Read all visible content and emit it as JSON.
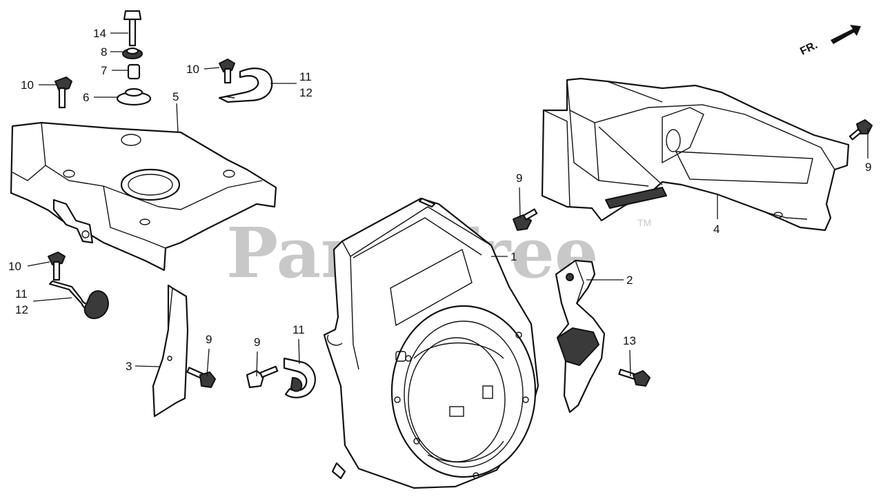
{
  "watermark": {
    "text": "PartsTree",
    "tm": "TM"
  },
  "direction": {
    "label": "FR."
  },
  "callouts": [
    {
      "id": "c14",
      "text": "14"
    },
    {
      "id": "c8",
      "text": "8"
    },
    {
      "id": "c7",
      "text": "7"
    },
    {
      "id": "c6",
      "text": "6"
    },
    {
      "id": "c10a",
      "text": "10"
    },
    {
      "id": "c5",
      "text": "5"
    },
    {
      "id": "c10b",
      "text": "10"
    },
    {
      "id": "c11a",
      "text": "11"
    },
    {
      "id": "c12a",
      "text": "12"
    },
    {
      "id": "c10c",
      "text": "10"
    },
    {
      "id": "c11b",
      "text": "11"
    },
    {
      "id": "c12b",
      "text": "12"
    },
    {
      "id": "c3",
      "text": "3"
    },
    {
      "id": "c9a",
      "text": "9"
    },
    {
      "id": "c9b",
      "text": "9"
    },
    {
      "id": "c11c",
      "text": "11"
    },
    {
      "id": "c1",
      "text": "1"
    },
    {
      "id": "c9c",
      "text": "9"
    },
    {
      "id": "c2",
      "text": "2"
    },
    {
      "id": "c13",
      "text": "13"
    },
    {
      "id": "c4",
      "text": "4"
    },
    {
      "id": "c9d",
      "text": "9"
    }
  ]
}
